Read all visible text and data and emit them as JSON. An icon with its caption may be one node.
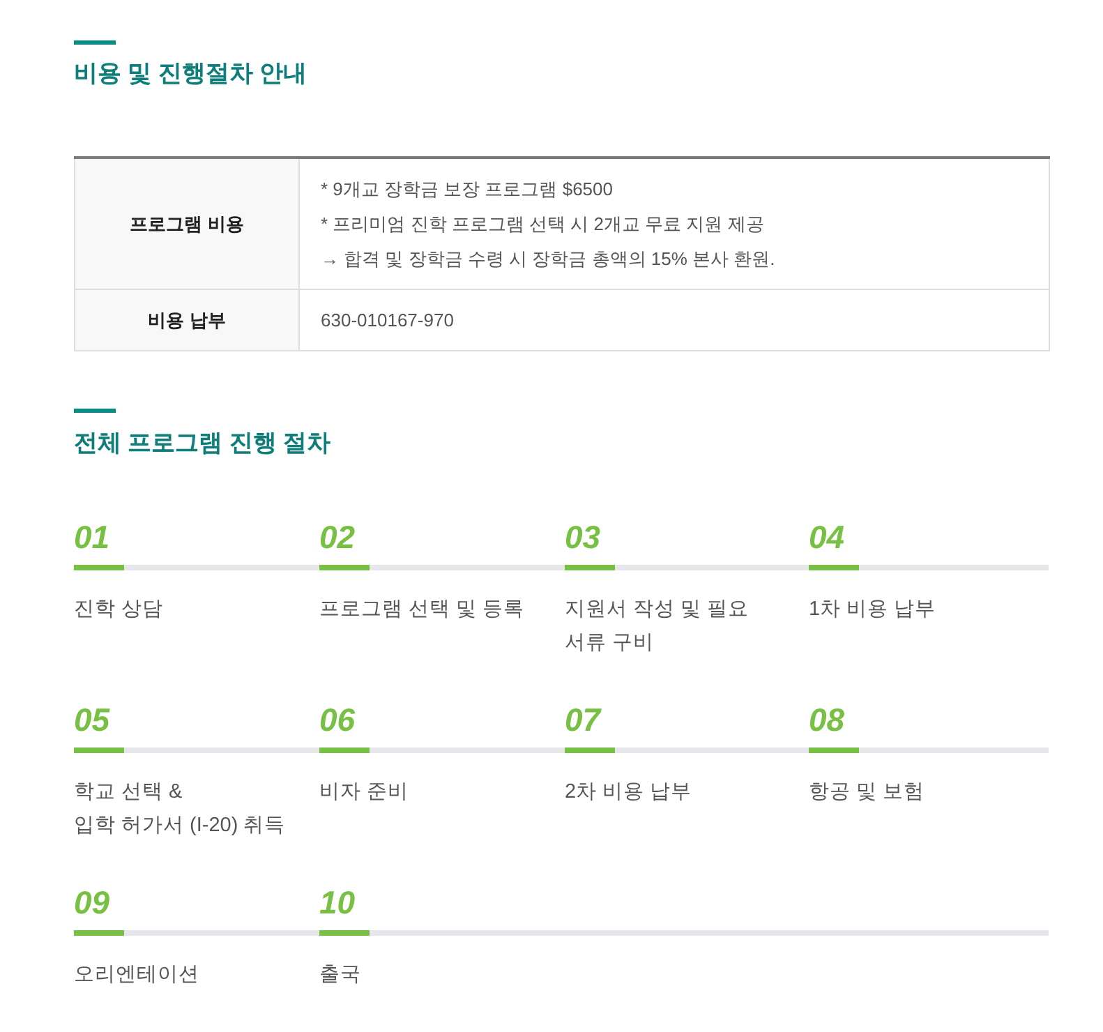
{
  "diagram": {
    "labels": [
      "비용 및 진행절차 안내",
      "프로그램 비용",
      "* 9개교 장학금 보장 프로그램 $6500",
      "* 프리미엄 진학 프로그램 선택 시 2개교 무료 지원 제공",
      "→ 합격 및 장학금 수령 시 장학금 총액의 15% 본사 환원.",
      "비용 납부",
      "630-010167-970",
      "전체 프로그램 진행 절차",
      "01",
      "진학 상담",
      "02",
      "프로그램 선택 및 등록",
      "03",
      "지원서 작성 및 필요 서류 구비",
      "04",
      "1차 비용 납부",
      "05",
      "학교 선택 & 입학 허가서 (I-20) 취득",
      "06",
      "비자 준비",
      "07",
      "2차 비용 납부",
      "08",
      "항공 및 보험",
      "09",
      "오리엔테이션",
      "10",
      "출국"
    ]
  }
}
